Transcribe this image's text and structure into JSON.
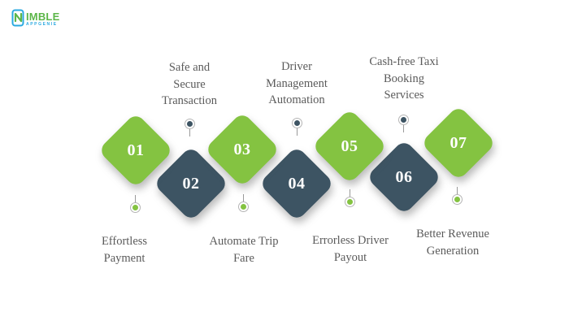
{
  "logo": {
    "brand": "NIMBLE",
    "wordmark_text": "IMBLE",
    "tagline": "APPGENIE"
  },
  "colors": {
    "green": "#84C341",
    "dark_slate": "#3D5463",
    "label_text": "#5A5A5A",
    "logo_blue": "#2AA9E0",
    "logo_green": "#5CB649",
    "background": "#FFFFFF"
  },
  "steps": [
    {
      "number": "01",
      "color": "green",
      "label": "Effortless Payment",
      "label_lines": [
        "Effortless",
        "Payment"
      ],
      "label_position": "below"
    },
    {
      "number": "02",
      "color": "dark",
      "label": "Safe and Secure Transaction",
      "label_lines": [
        "Safe and",
        "Secure",
        "Transaction"
      ],
      "label_position": "above"
    },
    {
      "number": "03",
      "color": "green",
      "label": "Automate Trip Fare",
      "label_lines": [
        "Automate Trip",
        "Fare"
      ],
      "label_position": "below"
    },
    {
      "number": "04",
      "color": "dark",
      "label": "Driver Management Automation",
      "label_lines": [
        "Driver",
        "Management",
        "Automation"
      ],
      "label_position": "above"
    },
    {
      "number": "05",
      "color": "green",
      "label": "Errorless Driver Payout",
      "label_lines": [
        "Errorless Driver",
        "Payout"
      ],
      "label_position": "below"
    },
    {
      "number": "06",
      "color": "dark",
      "label": "Cash-free Taxi Booking Services",
      "label_lines": [
        "Cash-free Taxi",
        "Booking",
        "Services"
      ],
      "label_position": "above"
    },
    {
      "number": "07",
      "color": "green",
      "label": "Better Revenue Generation",
      "label_lines": [
        "Better Revenue",
        "Generation"
      ],
      "label_position": "below"
    }
  ]
}
